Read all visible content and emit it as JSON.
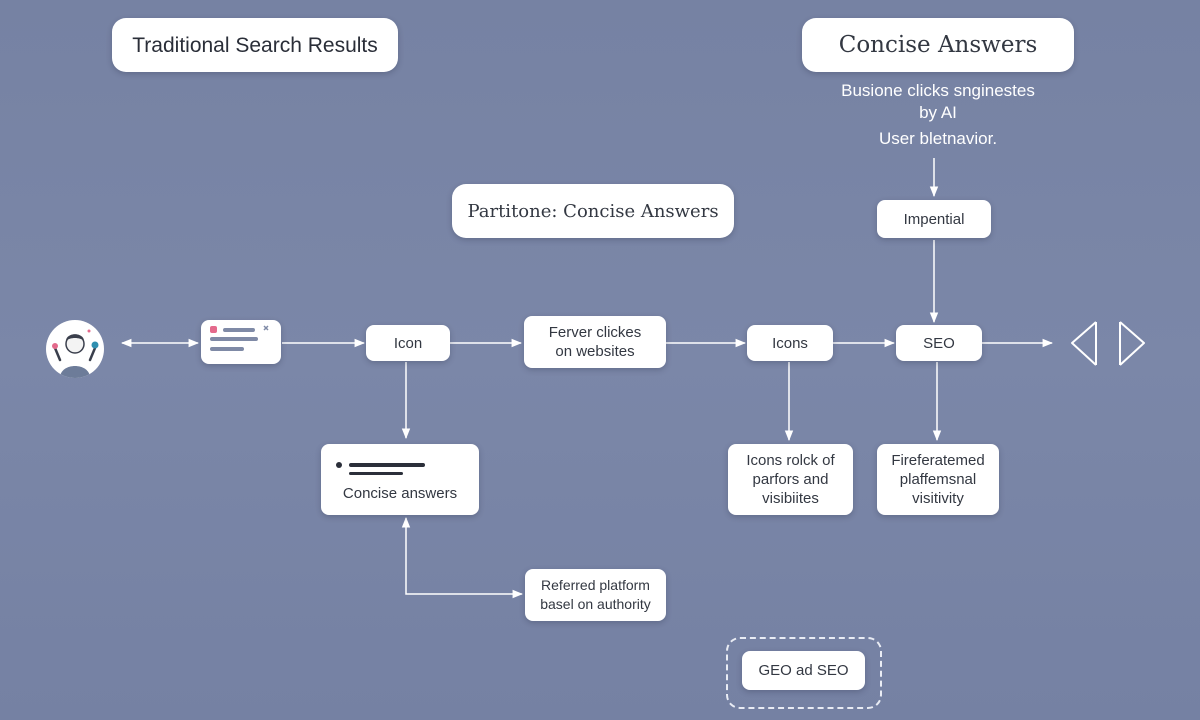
{
  "headers": {
    "left": "Traditional Search Results",
    "right": "Concise Answers",
    "middle": "Partitone: Concise Answers"
  },
  "side_text": {
    "line1": "Busione clicks snginestes",
    "line2": "by AI",
    "line3": "User bletnavior."
  },
  "nodes": {
    "icon": "Icon",
    "fewer_clicks": "Ferver clickes\non websites",
    "icons": "Icons",
    "seo": "SEO",
    "impential": "Impential",
    "concise_answers": "Concise answers",
    "referred_platform": "Referred platform\nbasel on authority",
    "icons_role": "Icons rolck of\nparfors and\nvisibiites",
    "fireferatemed": "Fireferatemed\nplaffemsnal\nvisitivity",
    "geo_seo": "GEO ad SEO"
  },
  "icons": {
    "avatar": "person-avatar-icon",
    "search_result": "search-result-card-icon",
    "arrows": "left-right-chevron-icon"
  },
  "colors": {
    "background": "#7a86a7",
    "card": "#ffffff",
    "line": "#ffffff",
    "accent_pink": "#e46a8c",
    "accent_teal": "#2f8fb0"
  }
}
